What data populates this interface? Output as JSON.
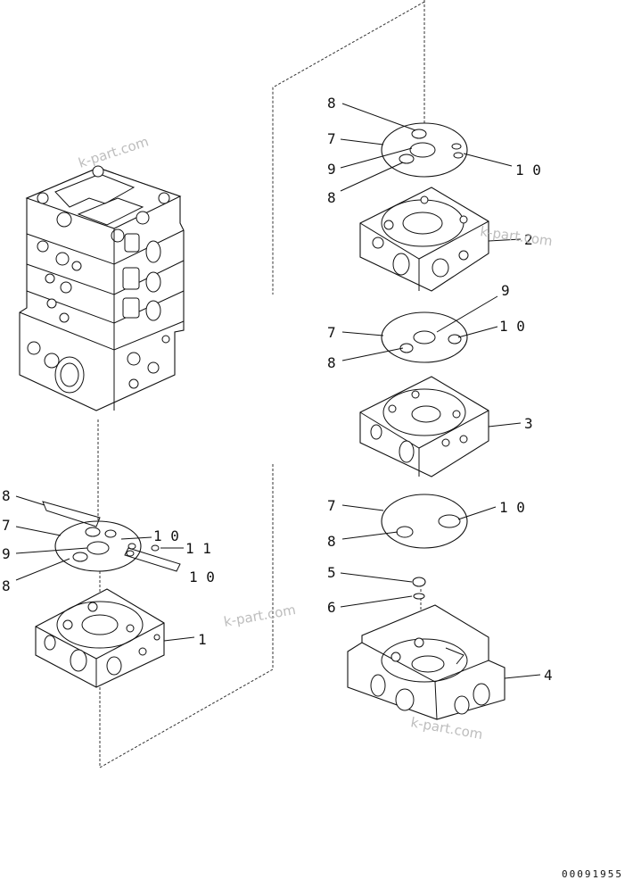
{
  "diagram": {
    "callouts": {
      "a8_top": "8",
      "a7": "7",
      "a9": "9",
      "a8_bot": "8",
      "a10": "1 0",
      "b2": "2",
      "c9": "9",
      "c7": "7",
      "c8": "8",
      "c10": "1 0",
      "d3": "3",
      "e7": "7",
      "e10": "1 0",
      "e8": "8",
      "f5": "5",
      "f6": "6",
      "f4": "4",
      "g8": "8",
      "g7": "7",
      "g9": "9",
      "g8b": "8",
      "g10a": "1 0",
      "g11": "1 1",
      "g10b": "1 0",
      "h1": "1"
    },
    "watermarks": [
      "k-part.com",
      "k-part.com",
      "k-part.com",
      "k-part.com"
    ],
    "drawing_code": "00091955"
  }
}
